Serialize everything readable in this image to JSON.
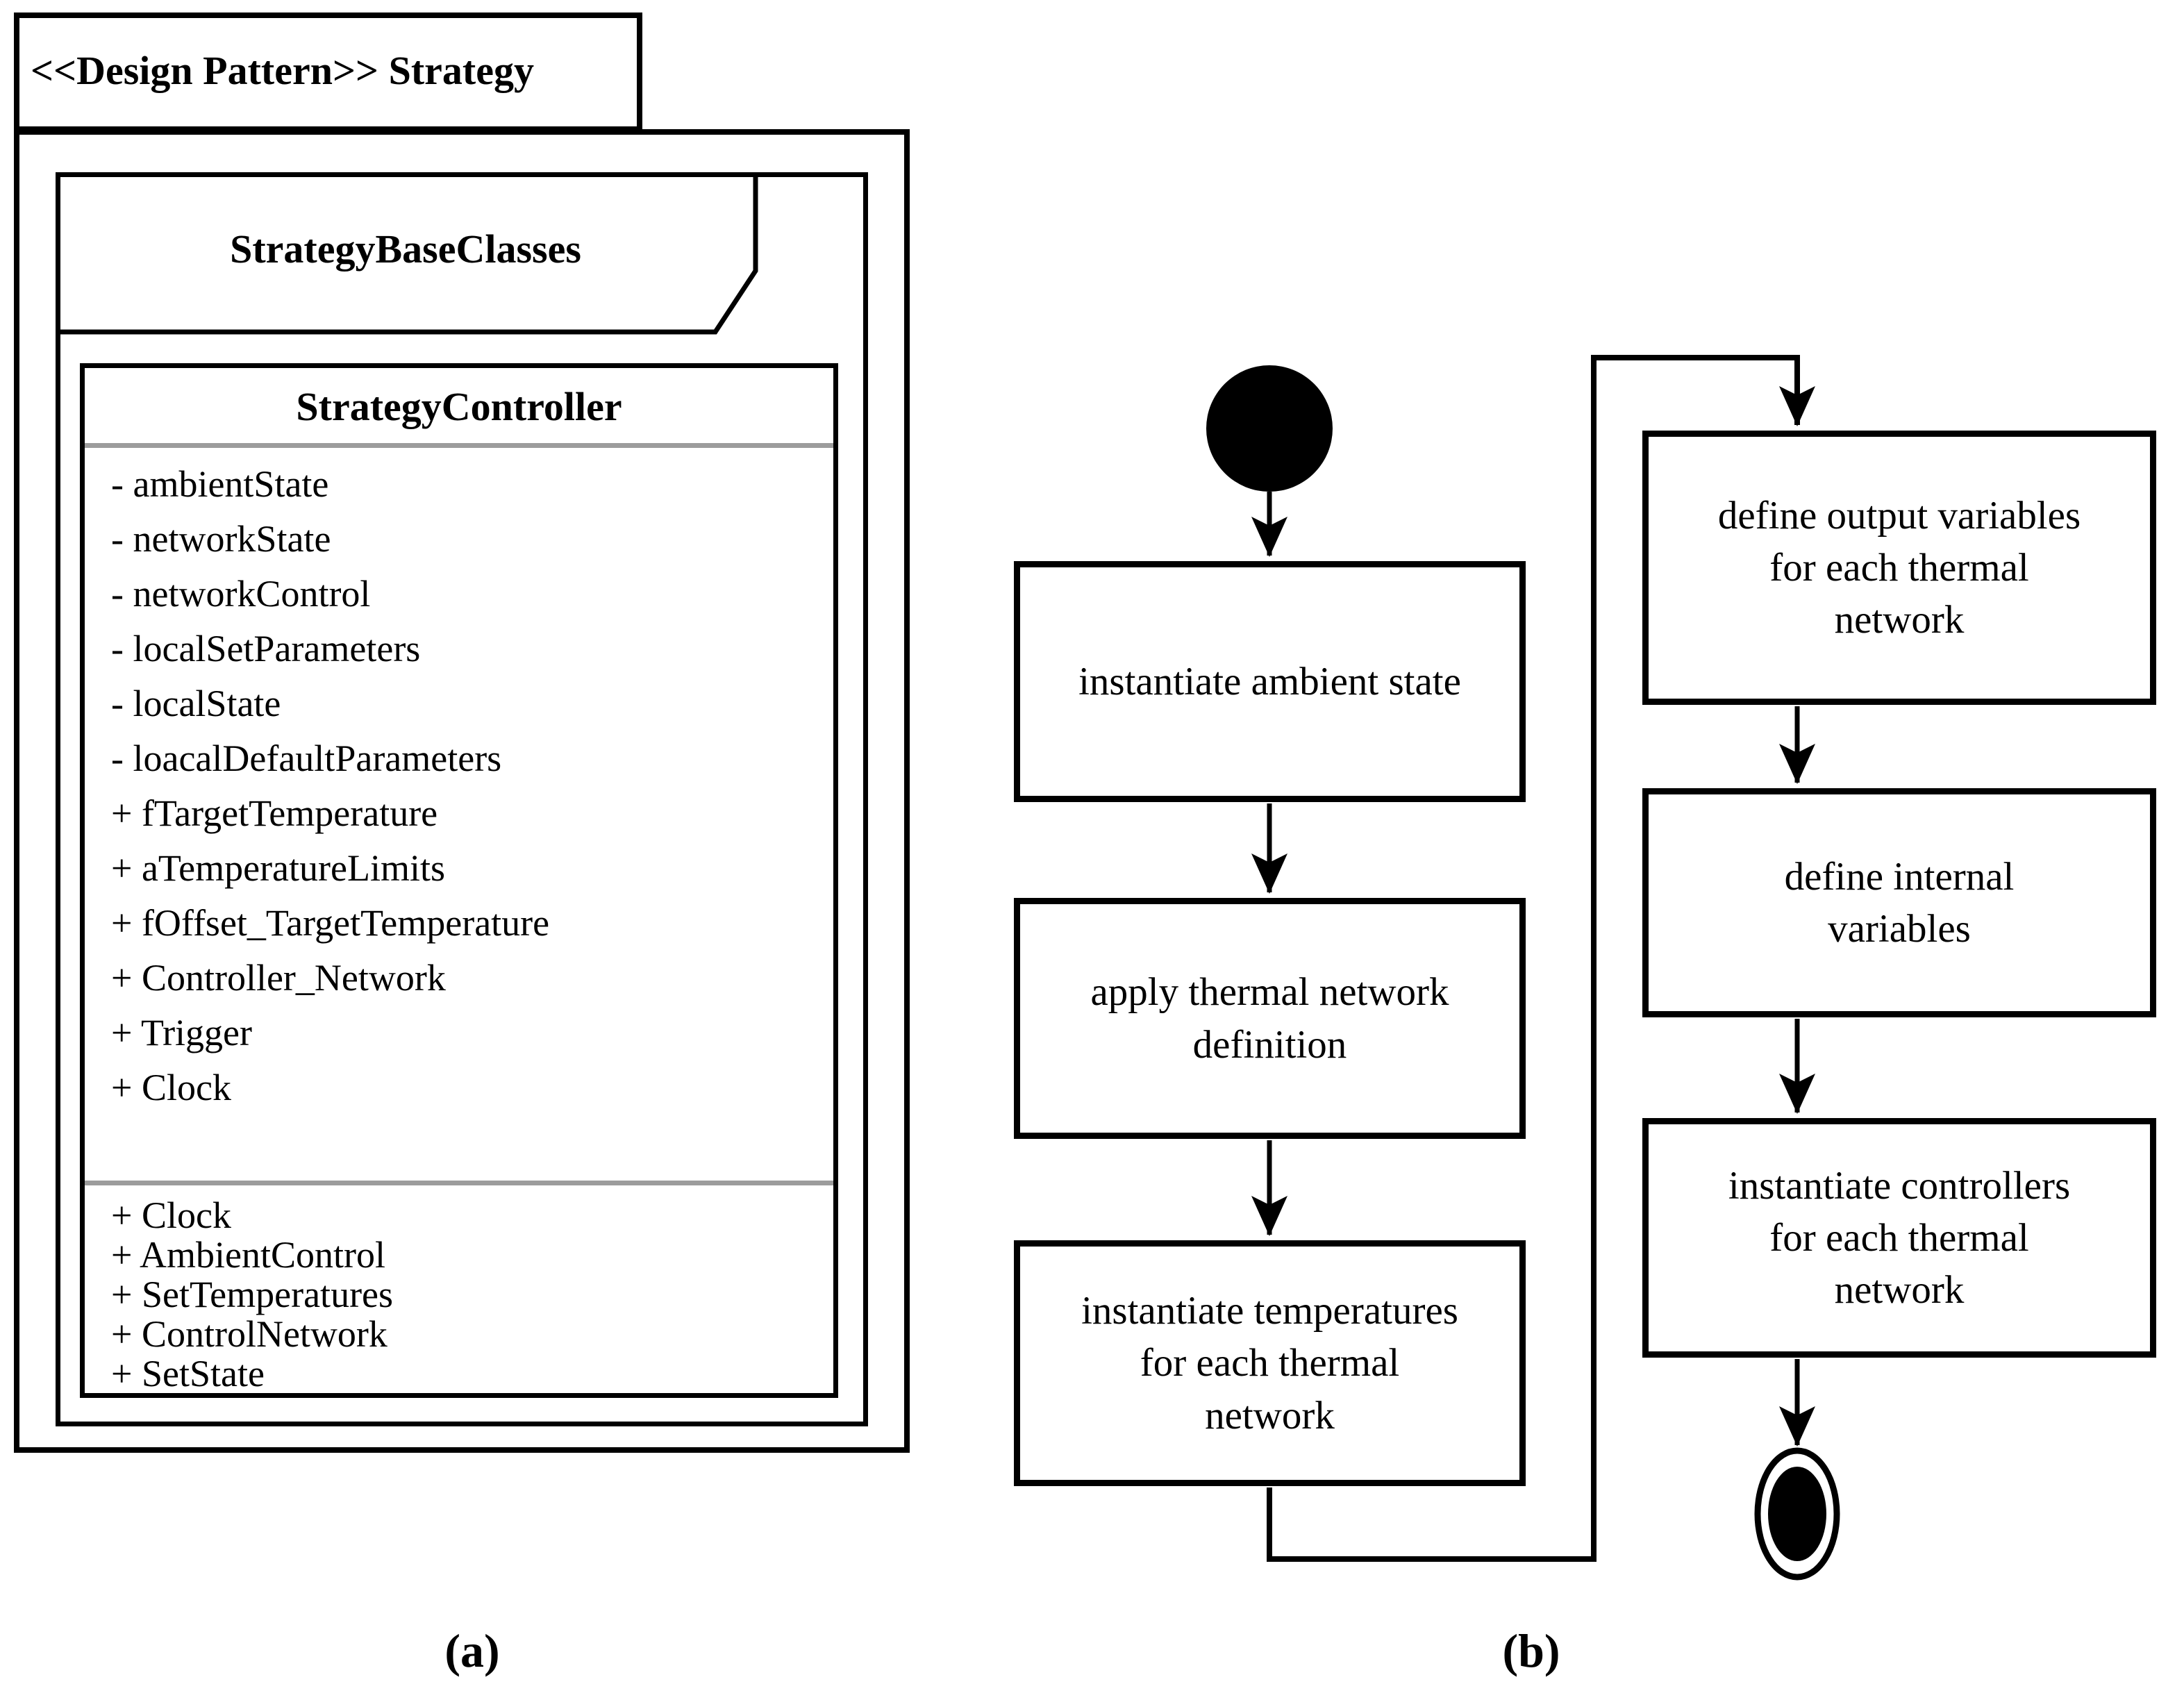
{
  "colors": {
    "ink": "#000000",
    "separator": "#9c9c9c",
    "paper": "#ffffff"
  },
  "diagram_a": {
    "caption": "(a)",
    "package_tab": "<<Design Pattern>> Strategy",
    "inner_package": "StrategyBaseClasses",
    "class": {
      "title": "StrategyController",
      "attributes": [
        "- ambientState",
        "- networkState",
        "- networkControl",
        "- localSetParameters",
        "- localState",
        "- loacalDefaultParameters",
        "+ fTargetTemperature",
        "+ aTemperatureLimits",
        "+ fOffset_TargetTemperature",
        "+ Controller_Network",
        "+ Trigger",
        "+ Clock"
      ],
      "methods": [
        "+ Clock",
        "+ AmbientControl",
        "+ SetTemperatures",
        "+ ControlNetwork",
        "+ SetState"
      ]
    }
  },
  "diagram_b": {
    "caption": "(b)",
    "start_node": "initial-node",
    "end_node": "activity-final-node",
    "steps": [
      {
        "id": "instantiate-ambient-state",
        "label": "instantiate ambient state"
      },
      {
        "id": "apply-thermal-network-definition",
        "label": "apply thermal network\ndefinition"
      },
      {
        "id": "instantiate-temperatures",
        "label": "instantiate temperatures\nfor each thermal\nnetwork"
      },
      {
        "id": "define-output-variables",
        "label": "define output variables\nfor each thermal\nnetwork"
      },
      {
        "id": "define-internal-variables",
        "label": "define internal\nvariables"
      },
      {
        "id": "instantiate-controllers",
        "label": "instantiate controllers\nfor each thermal\nnetwork"
      }
    ]
  }
}
